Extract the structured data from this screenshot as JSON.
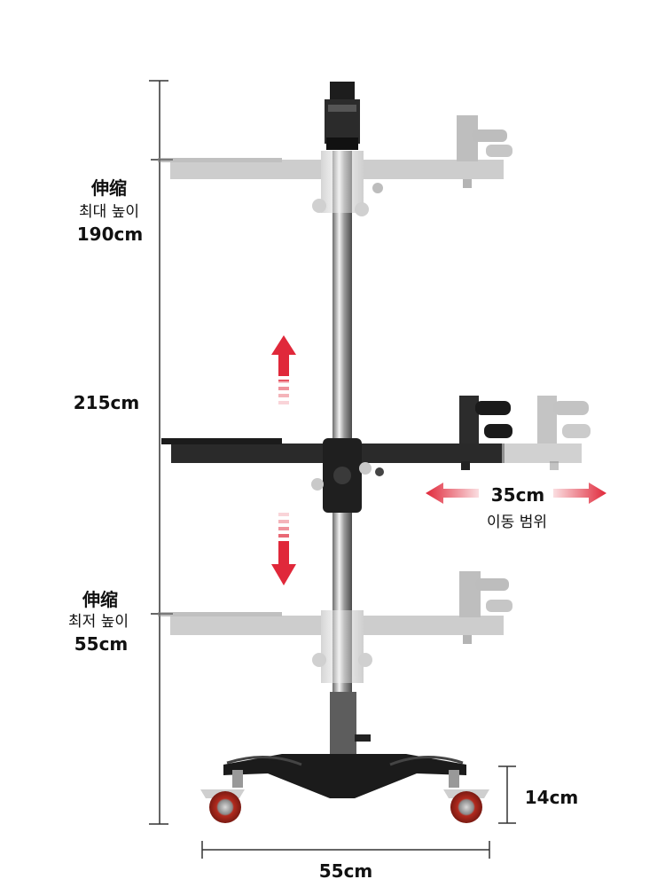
{
  "labels": {
    "max_title": "伸缩",
    "max_sub": "최대 높이",
    "max_value": "190cm",
    "total_height": "215cm",
    "min_title": "伸缩",
    "min_sub": "최저 높이",
    "min_value": "55cm",
    "travel_value": "35cm",
    "travel_sub": "이동 범위",
    "wheel_height": "14cm",
    "base_width": "55cm"
  },
  "colors": {
    "arrow": "#e0283a",
    "dim_line": "#333333",
    "metal_dark": "#2b2b2b",
    "metal_light": "#b8b8b8"
  }
}
